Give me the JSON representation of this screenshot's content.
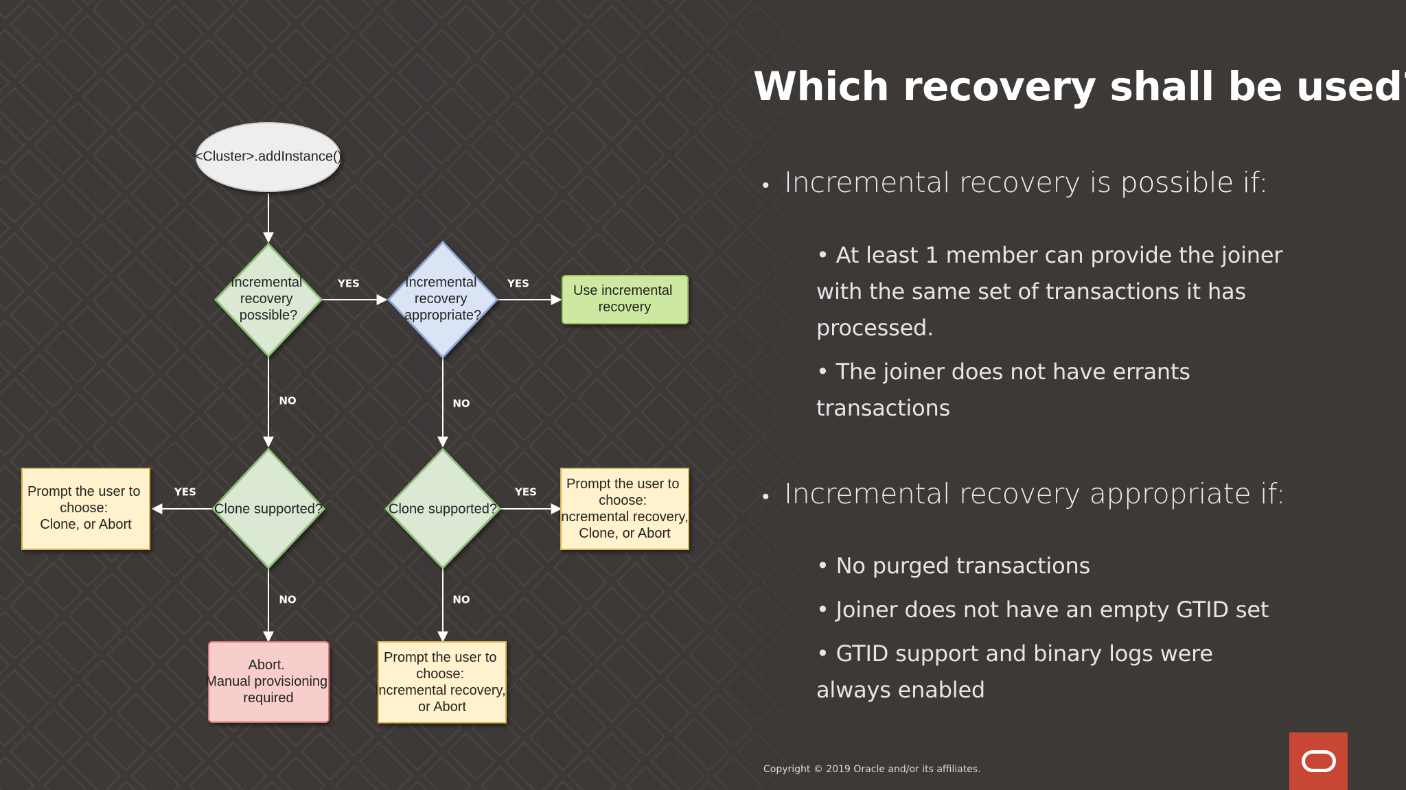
{
  "theme": {
    "background": "#3d3937",
    "accent": "#c74634"
  },
  "flowchart": {
    "start": "<Cluster>.addInstance()",
    "dec_possible": [
      "Incremental",
      "recovery",
      "possible?"
    ],
    "dec_appropriate": [
      "Incremental",
      "recovery",
      "appropriate?"
    ],
    "use_incremental": [
      "Use incremental",
      "recovery"
    ],
    "clone_left": "Clone supported?",
    "clone_right": "Clone supported?",
    "prompt_left": [
      "Prompt the user to",
      "choose:",
      "Clone, or Abort"
    ],
    "prompt_right": [
      "Prompt the user to",
      "choose:",
      "Incremental recovery,",
      "Clone, or Abort"
    ],
    "abort": [
      "Abort.",
      "Manual provisioning",
      "required"
    ],
    "prompt_bottom": [
      "Prompt the user to",
      "choose:",
      "Incremental recovery,",
      "or Abort"
    ],
    "yes": "YES",
    "no": "NO"
  },
  "slide": {
    "title": "Which recovery shall be used?",
    "section1": {
      "bullet": "•",
      "lead": "Incremental recovery is ",
      "emphasis": "possible if:",
      "items": [
        "• At least 1 member can provide the joiner with the same set of transactions it has processed.",
        "• The joiner does not have errants transactions"
      ]
    },
    "section2": {
      "bullet": "•",
      "lead": "Incremental recovery appropriate if:",
      "items": [
        "• No purged transactions",
        "• Joiner does not have an empty GTID set",
        "• GTID support and binary logs were always enabled"
      ]
    },
    "copyright": "Copyright © 2019 Oracle and/or its affiliates."
  },
  "logo": {
    "icon": "oracle-logo-icon"
  }
}
